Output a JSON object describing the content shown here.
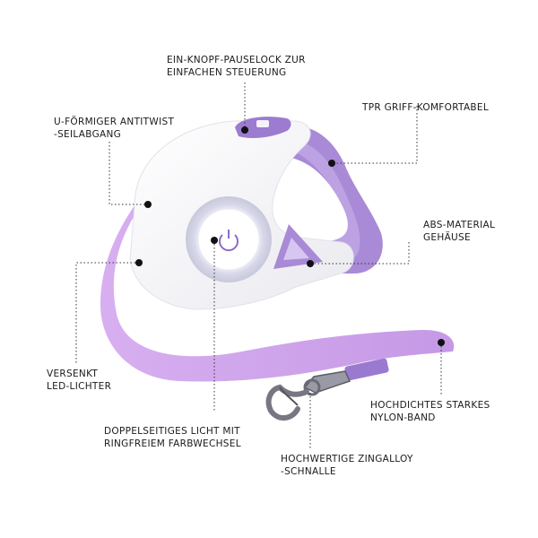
{
  "colors": {
    "lavender": "#a98ad6",
    "lavender_dark": "#8e6cc7",
    "strap": "#c69be6",
    "body_white": "#f7f7f9",
    "ring_glow": "#dcdcec",
    "text": "#1a1a1a",
    "leader_line": "#333333"
  },
  "labels": {
    "pause_lock": {
      "line1": "EIN-KNOPF-PAUSELOCK ZUR",
      "line2": "EINFACHEN STEUERUNG"
    },
    "tpr_grip": {
      "line1": "TPR GRIFF-KOMFORTABEL"
    },
    "u_outlet": {
      "line1": "U-FÖRMIGER ANTITWIST",
      "line2": "-SEILABGANG"
    },
    "abs_housing": {
      "line1": "ABS-MATERIAL",
      "line2": "GEHÄUSE"
    },
    "led_lights": {
      "line1": "VERSENKT",
      "line2": "LED-LICHTER"
    },
    "nylon_band": {
      "line1": "HOCHDICHTES STARKES",
      "line2": "NYLON-BAND"
    },
    "double_light": {
      "line1": "DOPPELSEITIGES LICHT MIT",
      "line2": "RINGFREIEM FARBWECHSEL"
    },
    "buckle": {
      "line1": "HOCHWERTIGE ZINGALLOY",
      "line2": "-SCHNALLE"
    }
  },
  "icons": [
    "power-icon"
  ]
}
